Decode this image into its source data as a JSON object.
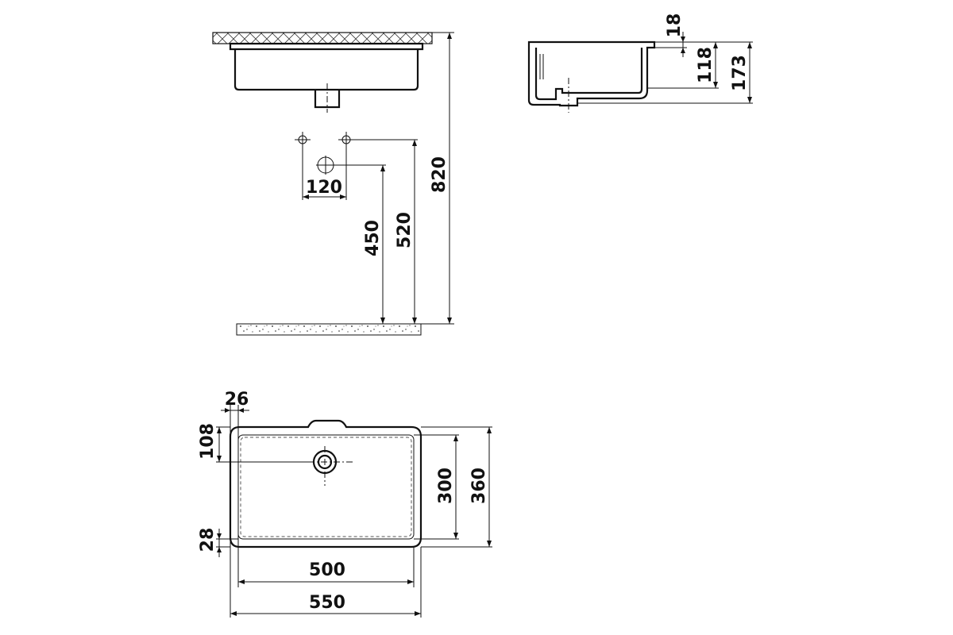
{
  "front_view": {
    "dim_width_taps": "120",
    "dim_drain_height": "450",
    "dim_taps_height": "520",
    "dim_total_height": "820"
  },
  "side_view": {
    "dim_rim": "18",
    "dim_bowl_depth": "118",
    "dim_total_depth": "173"
  },
  "top_view": {
    "dim_rim_side": "26",
    "dim_drain_offset": "108",
    "dim_rim_bottom": "28",
    "dim_inner_depth": "300",
    "dim_outer_depth": "360",
    "dim_inner_width": "500",
    "dim_outer_width": "550"
  },
  "colors": {
    "line": "#111111",
    "background": "#ffffff"
  }
}
